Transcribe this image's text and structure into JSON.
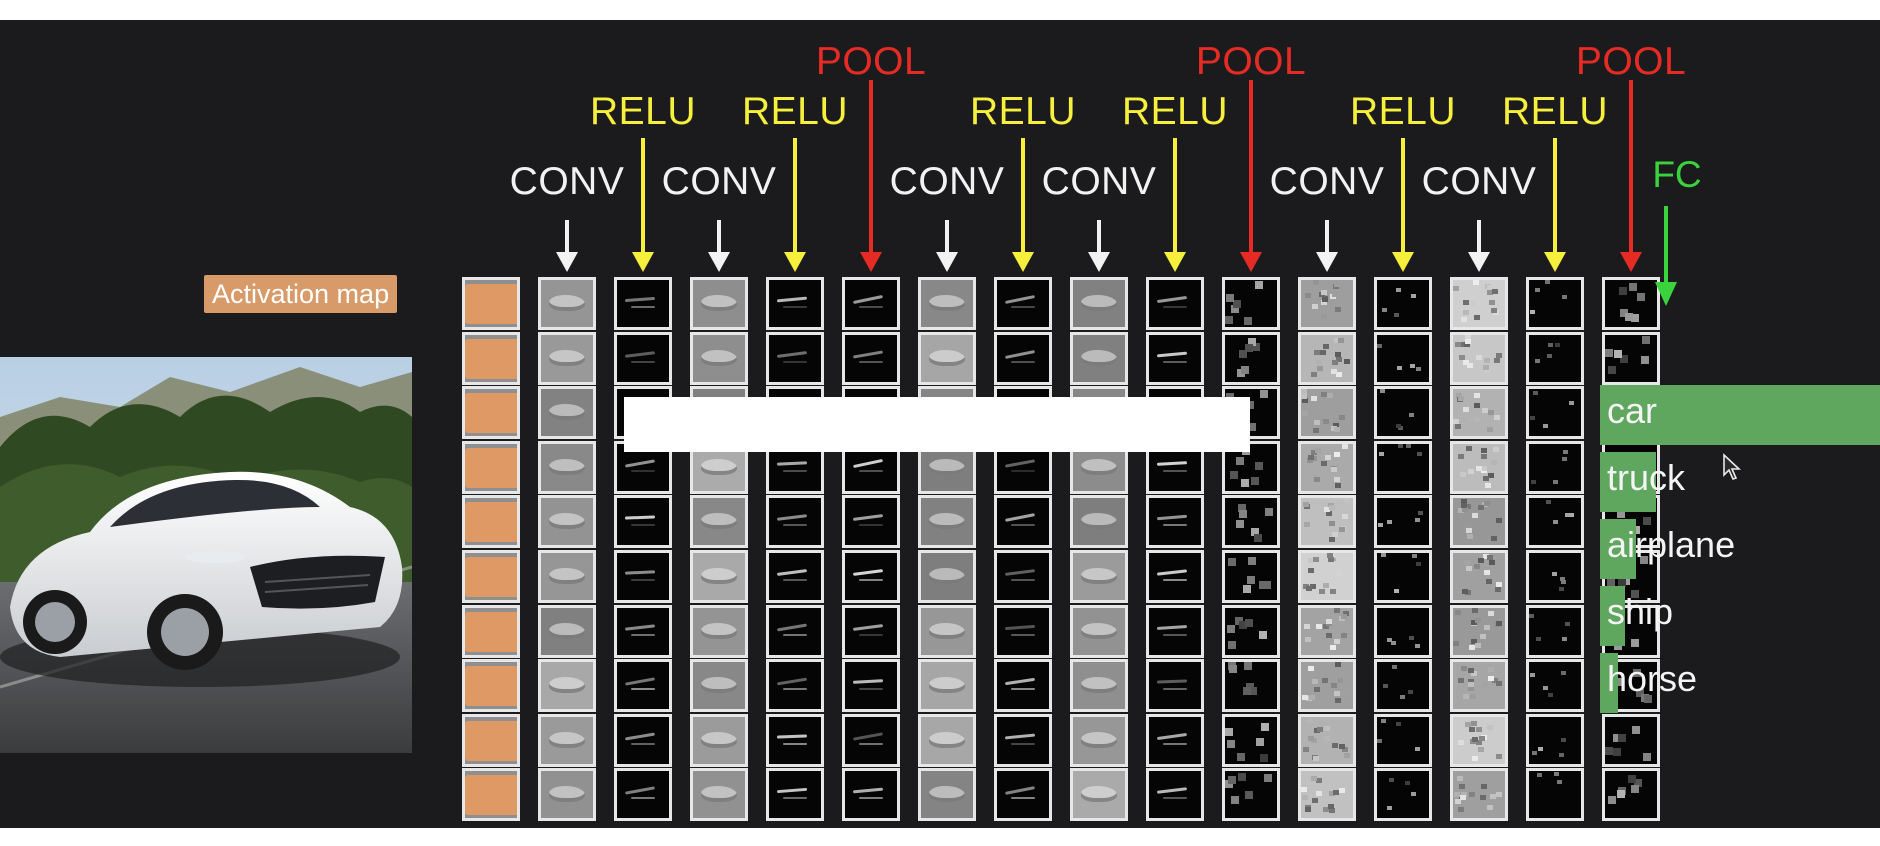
{
  "layer_sequence": [
    {
      "type": "input"
    },
    {
      "type": "CONV"
    },
    {
      "type": "RELU"
    },
    {
      "type": "CONV"
    },
    {
      "type": "RELU"
    },
    {
      "type": "POOL"
    },
    {
      "type": "CONV"
    },
    {
      "type": "RELU"
    },
    {
      "type": "CONV"
    },
    {
      "type": "RELU"
    },
    {
      "type": "POOL"
    },
    {
      "type": "CONV"
    },
    {
      "type": "RELU"
    },
    {
      "type": "CONV"
    },
    {
      "type": "RELU"
    },
    {
      "type": "POOL"
    }
  ],
  "layer_types": {
    "CONV": {
      "label": "CONV",
      "color": "#f2f2f2"
    },
    "RELU": {
      "label": "RELU",
      "color": "#f6ef3c"
    },
    "POOL": {
      "label": "POOL",
      "color": "#e52b24"
    }
  },
  "activation_label": "Activation map",
  "activation_highlight_color": "#de9964",
  "fc": {
    "title": "FC",
    "title_color": "#3ad33c",
    "bar_color": "#5fa75e",
    "classes": [
      {
        "label": "car",
        "score": 1.0
      },
      {
        "label": "truck",
        "score": 0.2
      },
      {
        "label": "airplane",
        "score": 0.13
      },
      {
        "label": "ship",
        "score": 0.09
      },
      {
        "label": "horse",
        "score": 0.06
      }
    ]
  },
  "background_color": "#1b1b1d"
}
